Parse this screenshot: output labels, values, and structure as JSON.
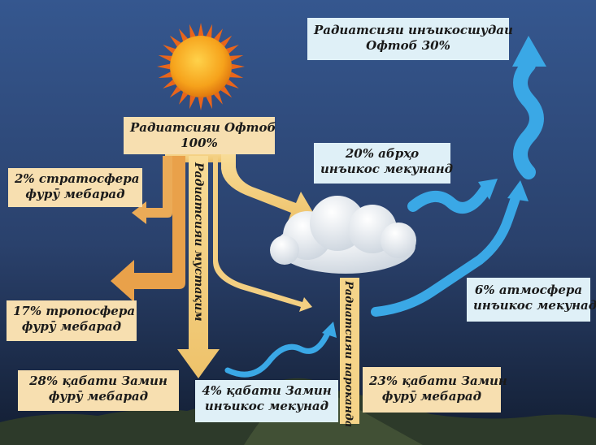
{
  "labels": {
    "source": [
      "Радиатсияи Офтоб",
      "100%"
    ],
    "reflected_total": [
      "Радиатсияи инъикосшудаи",
      "Офтоб 30%"
    ],
    "stratosphere": [
      "2% стратосфера",
      "фурӯ мебарад"
    ],
    "troposphere": [
      "17% тропосфера",
      "фурӯ мебарад"
    ],
    "ground_absorb_28": [
      "28% қабати Замин",
      "фурӯ мебарад"
    ],
    "ground_reflect_4": [
      "4% қабати Замин",
      "инъикос мекунад"
    ],
    "ground_absorb_23": [
      "23% қабати Замин",
      "фурӯ мебарад"
    ],
    "clouds_reflect": [
      "20% абрҳо",
      "инъикос мекунанд"
    ],
    "atmosphere_reflect": [
      "6% атмосфера",
      "инъикос мекунад"
    ],
    "direct_radiation": "Радиатсияи мустақим",
    "diffuse_radiation": "Радиатсияи парокандa"
  },
  "colors": {
    "sky_top": "#2e4f86",
    "sky_bottom": "#152238",
    "sun": "#f4a31c",
    "sun_rays": "#e9651b",
    "incoming_arrow": "#f5d489",
    "absorbed_arrow": "#e9a14a",
    "reflected_arrow": "#3aa8e6",
    "label_warm": "#f7dfb0",
    "label_cool": "#dff0f7"
  }
}
